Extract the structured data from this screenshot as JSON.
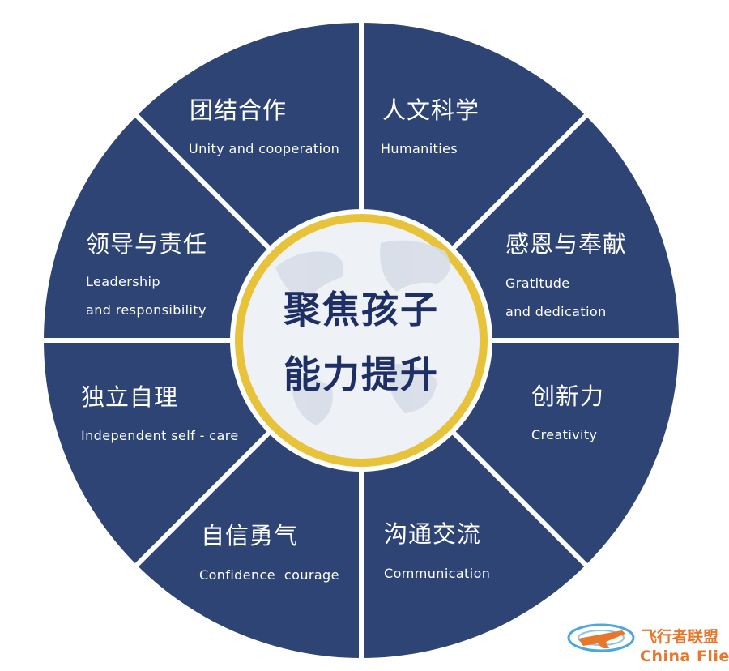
{
  "colors": {
    "segment_fill": "#2d4475",
    "segment_border": "#ffffff",
    "center_ring": "#e8c33a",
    "center_fill": "#eef1f5",
    "center_text": "#1e2f66",
    "watermark": "#e8762b"
  },
  "center": {
    "line1": "聚焦孩子",
    "line2": "能力提升"
  },
  "segments": [
    {
      "zh": "团结合作",
      "en": [
        "Unity and cooperation"
      ]
    },
    {
      "zh": "人文科学",
      "en": [
        "Humanities"
      ]
    },
    {
      "zh": "领导与责任",
      "en": [
        "Leadership",
        "and responsibility"
      ]
    },
    {
      "zh": "感恩与奉献",
      "en": [
        "Gratitude",
        "and dedication"
      ]
    },
    {
      "zh": "独立自理",
      "en": [
        "Independent self - care"
      ]
    },
    {
      "zh": "创新力",
      "en": [
        "Creativity"
      ]
    },
    {
      "zh": "自信勇气",
      "en": [
        "Confidence  courage"
      ]
    },
    {
      "zh": "沟通交流",
      "en": [
        "Communication"
      ]
    }
  ],
  "watermark": {
    "zh": "飞行者联盟",
    "en": "China Flier",
    "icon": "airplane-logo-icon"
  }
}
